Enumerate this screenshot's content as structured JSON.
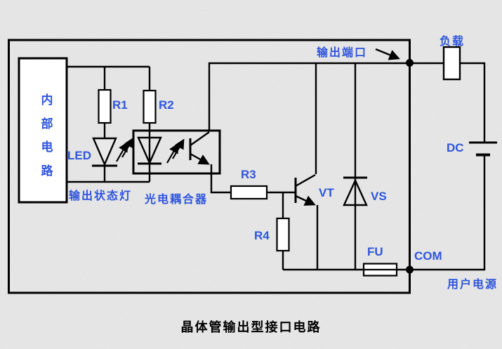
{
  "title": "晶体管输出型接口电路",
  "colors": {
    "label_blue": "#2e55dd",
    "wire_black": "#000000",
    "background_gray": "#e9e9e9",
    "component_fill": "#ffffff"
  },
  "labels": {
    "internal_circuit": "内部电路",
    "led": "LED",
    "r1": "R1",
    "r2": "R2",
    "status_lamp": "输出状态灯",
    "optocoupler": "光电耦合器",
    "r3": "R3",
    "r4": "R4",
    "transistor": "VT",
    "diode": "VS",
    "fuse": "FU",
    "output_port": "输出端口",
    "com": "COM",
    "load": "负载",
    "dc": "DC",
    "user_power": "用户电源"
  }
}
